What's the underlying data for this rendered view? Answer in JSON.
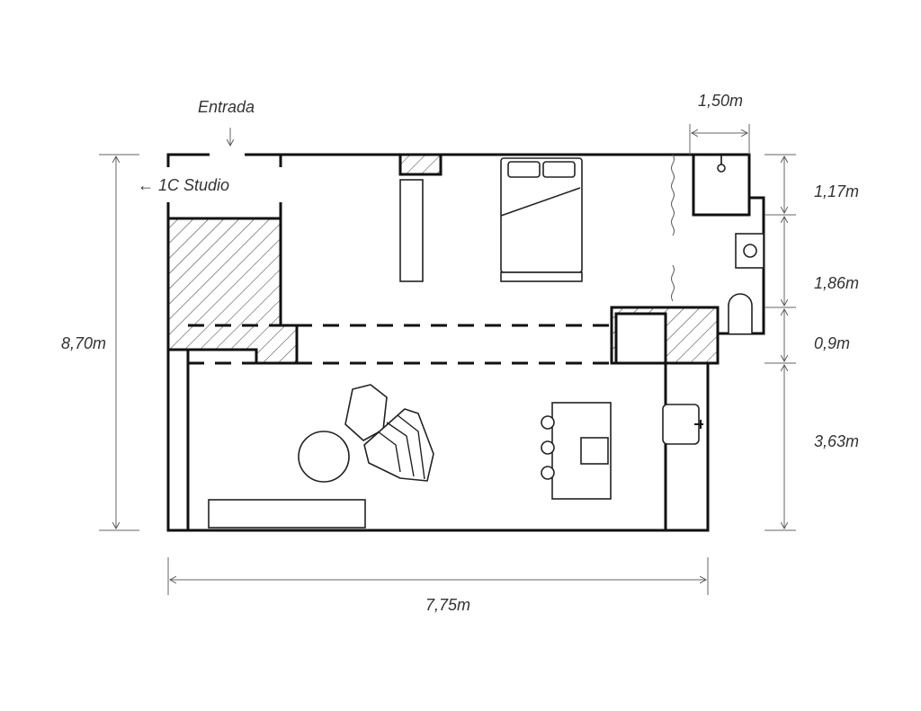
{
  "labels": {
    "entrance": "Entrada",
    "neighbor": "← 1C Studio",
    "total_height": "8,70m",
    "total_width": "7,75m",
    "bath_width": "1,50m",
    "seg1": "1,17m",
    "seg2": "1,86m",
    "seg3": "0,9m",
    "seg4": "3,63m"
  },
  "colors": {
    "line": "#111111",
    "dimension": "#666666"
  }
}
